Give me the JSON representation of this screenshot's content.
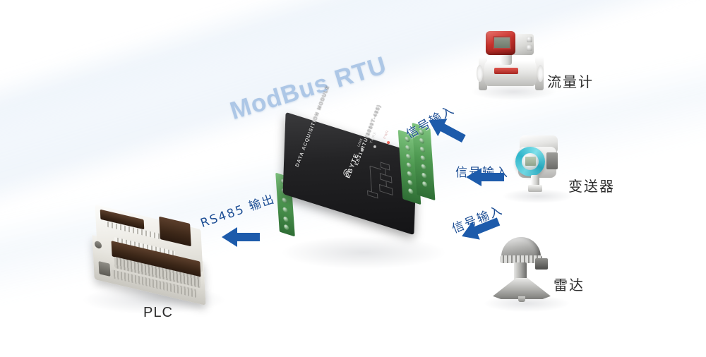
{
  "diagram": {
    "title": "ModBus RTU",
    "background_color": "#ffffff",
    "accent_blue": "#1e4f95",
    "title_color": "#adc7e6"
  },
  "central_device": {
    "name_label": "DATA ACQUISITION MODULE",
    "model_label": "E831-RTU(8080T-485)",
    "brand": "EBYTE",
    "leds": [
      {
        "name": "LINK",
        "color": "#9a9a9a"
      },
      {
        "name": "TX/RX",
        "color": "#9a9a9a"
      },
      {
        "name": "PWR",
        "color": "#e23b30"
      }
    ]
  },
  "connections": [
    {
      "id": "rs485-output",
      "label": "RS485 输出",
      "direction": "left"
    },
    {
      "id": "signal-input-flowmeter",
      "label": "信号输入",
      "direction": "left"
    },
    {
      "id": "signal-input-transmitter",
      "label": "信号输入",
      "direction": "left"
    },
    {
      "id": "signal-input-radar",
      "label": "信号输入",
      "direction": "left"
    }
  ],
  "devices": [
    {
      "id": "plc",
      "caption": "PLC"
    },
    {
      "id": "flowmeter",
      "caption": "流量计"
    },
    {
      "id": "transmitter",
      "caption": "变送器"
    },
    {
      "id": "radar",
      "caption": "雷达"
    }
  ]
}
